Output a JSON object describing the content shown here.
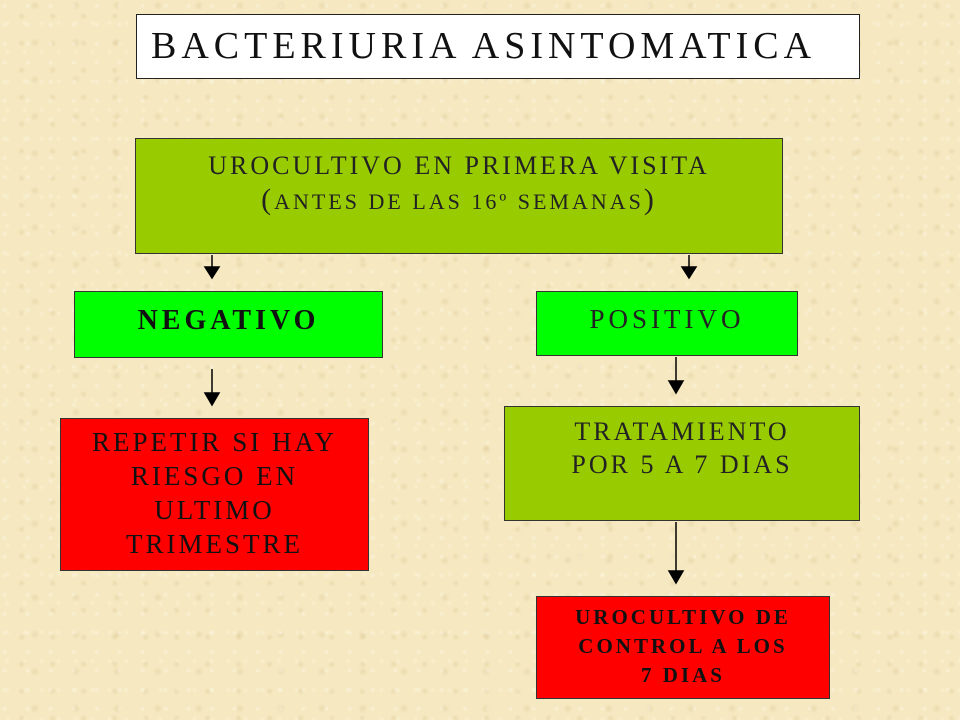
{
  "colors": {
    "background": "#f6e9c1",
    "title_fill": "#ffffff",
    "olive_green": "#99cc00",
    "bright_green": "#00ff00",
    "red": "#ff0000"
  },
  "title": "BACTERIURIA ASINTOMATICA",
  "urocultivo": {
    "line1": "UROCULTIVO EN PRIMERA VISITA",
    "paren_open": "(",
    "line2": "ANTES DE LAS 16º SEMANAS",
    "paren_close": ")"
  },
  "negativo": "NEGATIVO",
  "positivo": "POSITIVO",
  "repetir": {
    "lines": [
      "REPETIR SI HAY",
      "RIESGO EN",
      "ULTIMO",
      "TRIMESTRE"
    ]
  },
  "tratamiento": {
    "lines": [
      "TRATAMIENTO",
      "POR 5 A 7 DIAS"
    ]
  },
  "control": {
    "lines": [
      "UROCULTIVO DE",
      "CONTROL A LOS",
      "7 DIAS"
    ]
  }
}
